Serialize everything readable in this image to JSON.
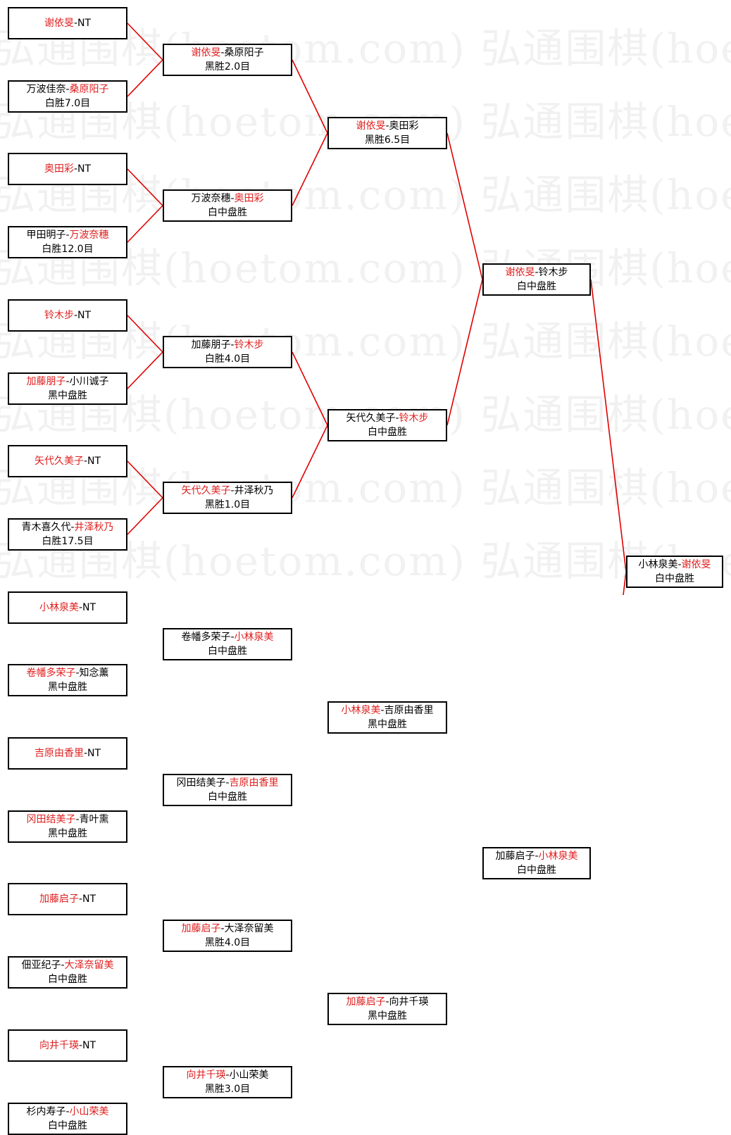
{
  "watermark": "弘通围棋(hoetom.com)",
  "colors": {
    "winner": "#e02020",
    "line": "#e00000",
    "border": "#000000"
  },
  "rounds": [
    [
      {
        "p1": "谢依旻",
        "p2": "NT",
        "winner": 1,
        "result": ""
      },
      {
        "p1": "万波佳奈",
        "p2": "桑原阳子",
        "winner": 2,
        "result": "白胜7.0目"
      },
      {
        "p1": "奥田彩",
        "p2": "NT",
        "winner": 1,
        "result": ""
      },
      {
        "p1": "甲田明子",
        "p2": "万波奈穗",
        "winner": 2,
        "result": "白胜12.0目"
      },
      {
        "p1": "铃木步",
        "p2": "NT",
        "winner": 1,
        "result": ""
      },
      {
        "p1": "加藤朋子",
        "p2": "小川诚子",
        "winner": 1,
        "result": "黑中盘胜"
      },
      {
        "p1": "矢代久美子",
        "p2": "NT",
        "winner": 1,
        "result": ""
      },
      {
        "p1": "青木喜久代",
        "p2": "井泽秋乃",
        "winner": 2,
        "result": "白胜17.5目"
      },
      {
        "p1": "小林泉美",
        "p2": "NT",
        "winner": 1,
        "result": ""
      },
      {
        "p1": "卷幡多荣子",
        "p2": "知念薰",
        "winner": 1,
        "result": "黑中盘胜"
      },
      {
        "p1": "吉原由香里",
        "p2": "NT",
        "winner": 1,
        "result": ""
      },
      {
        "p1": "冈田结美子",
        "p2": "青叶熏",
        "winner": 1,
        "result": "黑中盘胜"
      },
      {
        "p1": "加藤启子",
        "p2": "NT",
        "winner": 1,
        "result": ""
      },
      {
        "p1": "佃亚纪子",
        "p2": "大泽奈留美",
        "winner": 2,
        "result": "白中盘胜"
      },
      {
        "p1": "向井千瑛",
        "p2": "NT",
        "winner": 1,
        "result": ""
      },
      {
        "p1": "杉内寿子",
        "p2": "小山荣美",
        "winner": 2,
        "result": "白中盘胜"
      }
    ],
    [
      {
        "p1": "谢依旻",
        "p2": "桑原阳子",
        "winner": 1,
        "result": "黑胜2.0目"
      },
      {
        "p1": "万波奈穗",
        "p2": "奥田彩",
        "winner": 2,
        "result": "白中盘胜"
      },
      {
        "p1": "加藤朋子",
        "p2": "铃木步",
        "winner": 2,
        "result": "白胜4.0目"
      },
      {
        "p1": "矢代久美子",
        "p2": "井泽秋乃",
        "winner": 1,
        "result": "黑胜1.0目"
      },
      {
        "p1": "卷幡多荣子",
        "p2": "小林泉美",
        "winner": 2,
        "result": "白中盘胜"
      },
      {
        "p1": "冈田结美子",
        "p2": "吉原由香里",
        "winner": 2,
        "result": "白中盘胜"
      },
      {
        "p1": "加藤启子",
        "p2": "大泽奈留美",
        "winner": 1,
        "result": "黑胜4.0目"
      },
      {
        "p1": "向井千瑛",
        "p2": "小山荣美",
        "winner": 1,
        "result": "黑胜3.0目"
      }
    ],
    [
      {
        "p1": "谢依旻",
        "p2": "奥田彩",
        "winner": 1,
        "result": "黑胜6.5目"
      },
      {
        "p1": "矢代久美子",
        "p2": "铃木步",
        "winner": 2,
        "result": "白中盘胜"
      },
      {
        "p1": "小林泉美",
        "p2": "吉原由香里",
        "winner": 1,
        "result": "黑中盘胜"
      },
      {
        "p1": "加藤启子",
        "p2": "向井千瑛",
        "winner": 1,
        "result": "黑中盘胜"
      }
    ],
    [
      {
        "p1": "谢依旻",
        "p2": "铃木步",
        "winner": 1,
        "result": "白中盘胜"
      },
      {
        "p1": "加藤启子",
        "p2": "小林泉美",
        "winner": 2,
        "result": "白中盘胜"
      }
    ],
    [
      {
        "p1": "小林泉美",
        "p2": "谢依旻",
        "winner": 2,
        "result": "白中盘胜"
      }
    ]
  ]
}
